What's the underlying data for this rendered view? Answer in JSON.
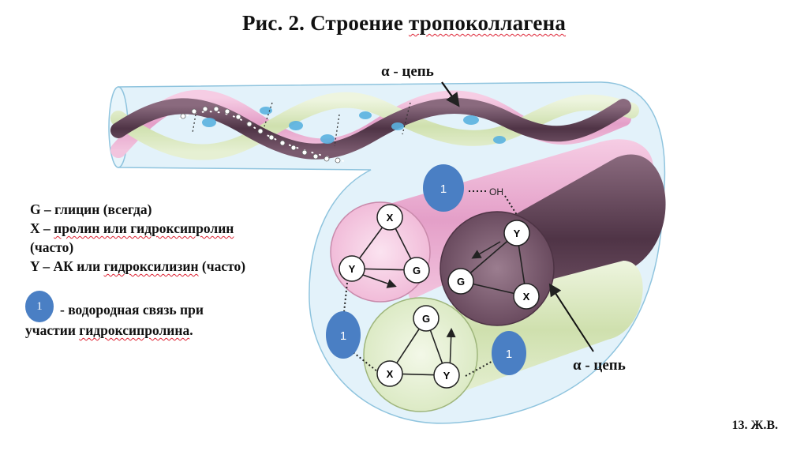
{
  "title": {
    "prefix": "Рис. 2.  Строение ",
    "underlined": "тропоколлагена"
  },
  "labels": {
    "alpha_chain_top": "α - цепь",
    "alpha_chain_right": "α - цепь",
    "oh": "OH"
  },
  "legend": {
    "g_line": "G – глицин (всегда)",
    "x_line_a": "X – ",
    "x_line_b": "пролин или  гидроксипролин",
    "x_line_c": "(часто)",
    "y_line_a": "Y – АК или ",
    "y_line_b": "гидроксилизин",
    "y_line_c": " (часто)"
  },
  "hbond": {
    "badge": "1",
    "text_line1": "- водородная связь при",
    "text_line2a": "участии ",
    "text_line2b": "гидроксипролина",
    "text_line2c": "."
  },
  "nodes": {
    "x": "X",
    "y": "Y",
    "g": "G",
    "hbond_number": "1"
  },
  "footer": "13. Ж.В.",
  "colors": {
    "pink": "#eeb6d6",
    "purple": "#6e4f62",
    "green": "#dbe9c2",
    "tube": "#cfe8f5",
    "badge": "#4a7fc4",
    "wavy_underline": "#dd2233"
  }
}
